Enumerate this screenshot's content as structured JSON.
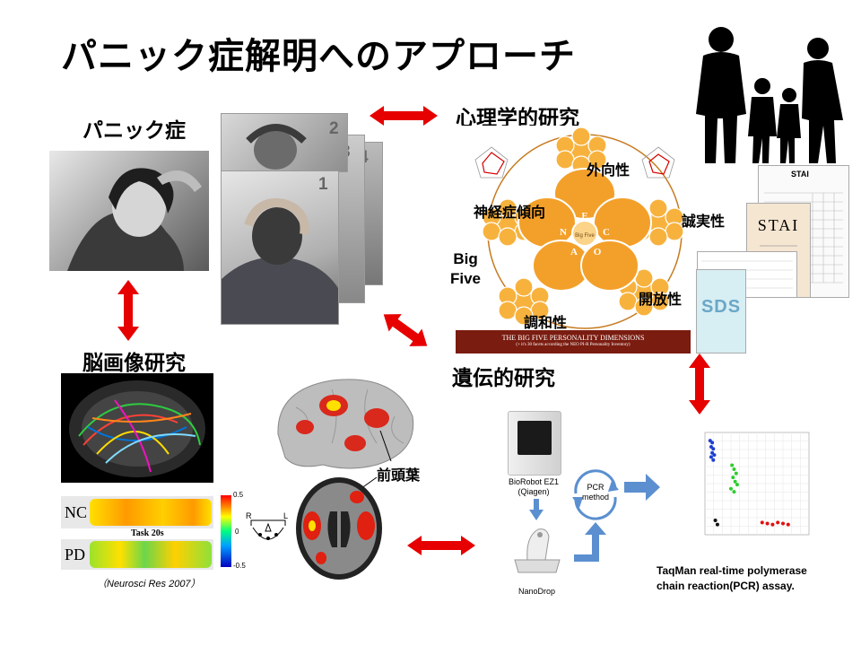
{
  "title": "パニック症解明へのアプローチ",
  "sections": {
    "panic": "パニック症",
    "psych": "心理学的研究",
    "brain": "脳画像研究",
    "genetic": "遺伝的研究"
  },
  "panic_cards": [
    "1",
    "2",
    "3",
    "4"
  ],
  "big_five": {
    "label_line1": "Big",
    "label_line2": "Five",
    "traits": {
      "extraversion": "外向性",
      "neuroticism": "神経症傾向",
      "conscientiousness": "誠実性",
      "openness": "開放性",
      "agreeableness": "調和性"
    },
    "center_letters": [
      "E",
      "N",
      "C",
      "A",
      "O"
    ],
    "center_word": "Big Five",
    "banner_title": "THE BIG FIVE PERSONALITY DIMENSIONS",
    "banner_sub": "(+ it's 30 facets according the NEO PI-R Personality Inventory)"
  },
  "questionnaires": {
    "stai": "STAI",
    "sds": "SDS"
  },
  "brain": {
    "front_lobe": "前頭葉",
    "row1": "NC",
    "row2": "PD",
    "task": "Task 20s",
    "scale_max": "0.5",
    "scale_mid": "0",
    "scale_min": "-0.5",
    "orient_r": "R",
    "orient_l": "L",
    "citation": "（Neurosci Res 2007）"
  },
  "genetic": {
    "biorobot_line1": "BioRobot EZ1",
    "biorobot_line2": "(Qiagen)",
    "pcr_line1": "PCR",
    "pcr_line2": "method",
    "nanodrop": "NanoDrop",
    "taqman_line1": "TaqMan real-time polymerase",
    "taqman_line2": "chain reaction(PCR) assay."
  },
  "colors": {
    "arrow": "#e60000",
    "pcr_arrow": "#5b8fd0",
    "flower": "#f7b23e",
    "banner": "#7a1c10"
  },
  "chart_data": {
    "type": "scatter",
    "series": [
      {
        "values": [
          [
            0.05,
            0.92
          ],
          [
            0.07,
            0.9
          ],
          [
            0.06,
            0.86
          ],
          [
            0.08,
            0.84
          ],
          [
            0.07,
            0.8
          ],
          [
            0.09,
            0.78
          ],
          [
            0.06,
            0.76
          ],
          [
            0.08,
            0.73
          ]
        ]
      },
      {
        "values": [
          [
            0.26,
            0.68
          ],
          [
            0.28,
            0.64
          ],
          [
            0.3,
            0.6
          ],
          [
            0.27,
            0.56
          ],
          [
            0.29,
            0.52
          ],
          [
            0.31,
            0.49
          ],
          [
            0.25,
            0.45
          ],
          [
            0.28,
            0.42
          ]
        ]
      },
      {
        "values": [
          [
            0.55,
            0.12
          ],
          [
            0.6,
            0.11
          ],
          [
            0.65,
            0.1
          ],
          [
            0.7,
            0.12
          ],
          [
            0.75,
            0.11
          ],
          [
            0.8,
            0.1
          ]
        ]
      },
      {
        "values": [
          [
            0.1,
            0.14
          ],
          [
            0.12,
            0.1
          ]
        ]
      }
    ],
    "grid": true
  }
}
